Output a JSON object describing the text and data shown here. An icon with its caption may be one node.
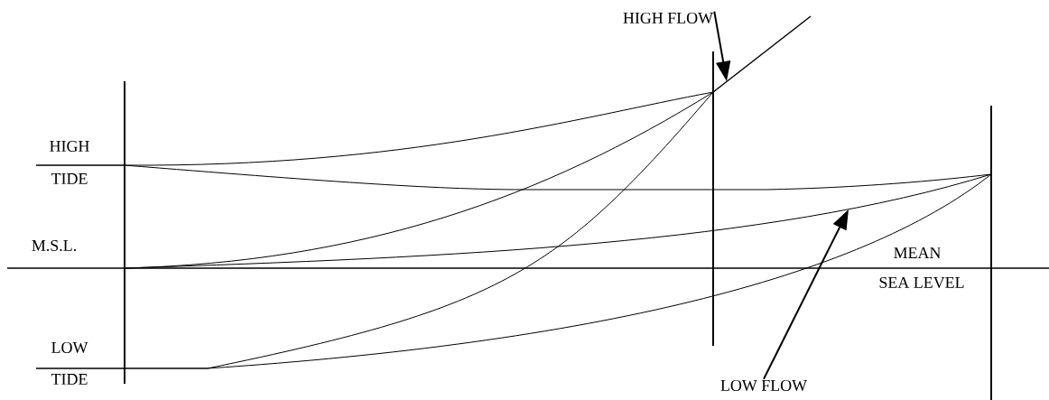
{
  "diagram": {
    "nodes": [
      {
        "text": [
          "HIGH FLOW"
        ]
      },
      {
        "text": [
          "LOW FLOW"
        ]
      }
    ],
    "edges": [
      {
        "from": 0,
        "to": null,
        "arrow": "to"
      },
      {
        "from": 1,
        "to": null,
        "arrow": "to"
      }
    ],
    "labels": [
      "HIGH",
      "TIDE",
      "M.S.L.",
      "MEAN",
      "SEA LEVEL",
      "LOW",
      "TIDE"
    ]
  }
}
